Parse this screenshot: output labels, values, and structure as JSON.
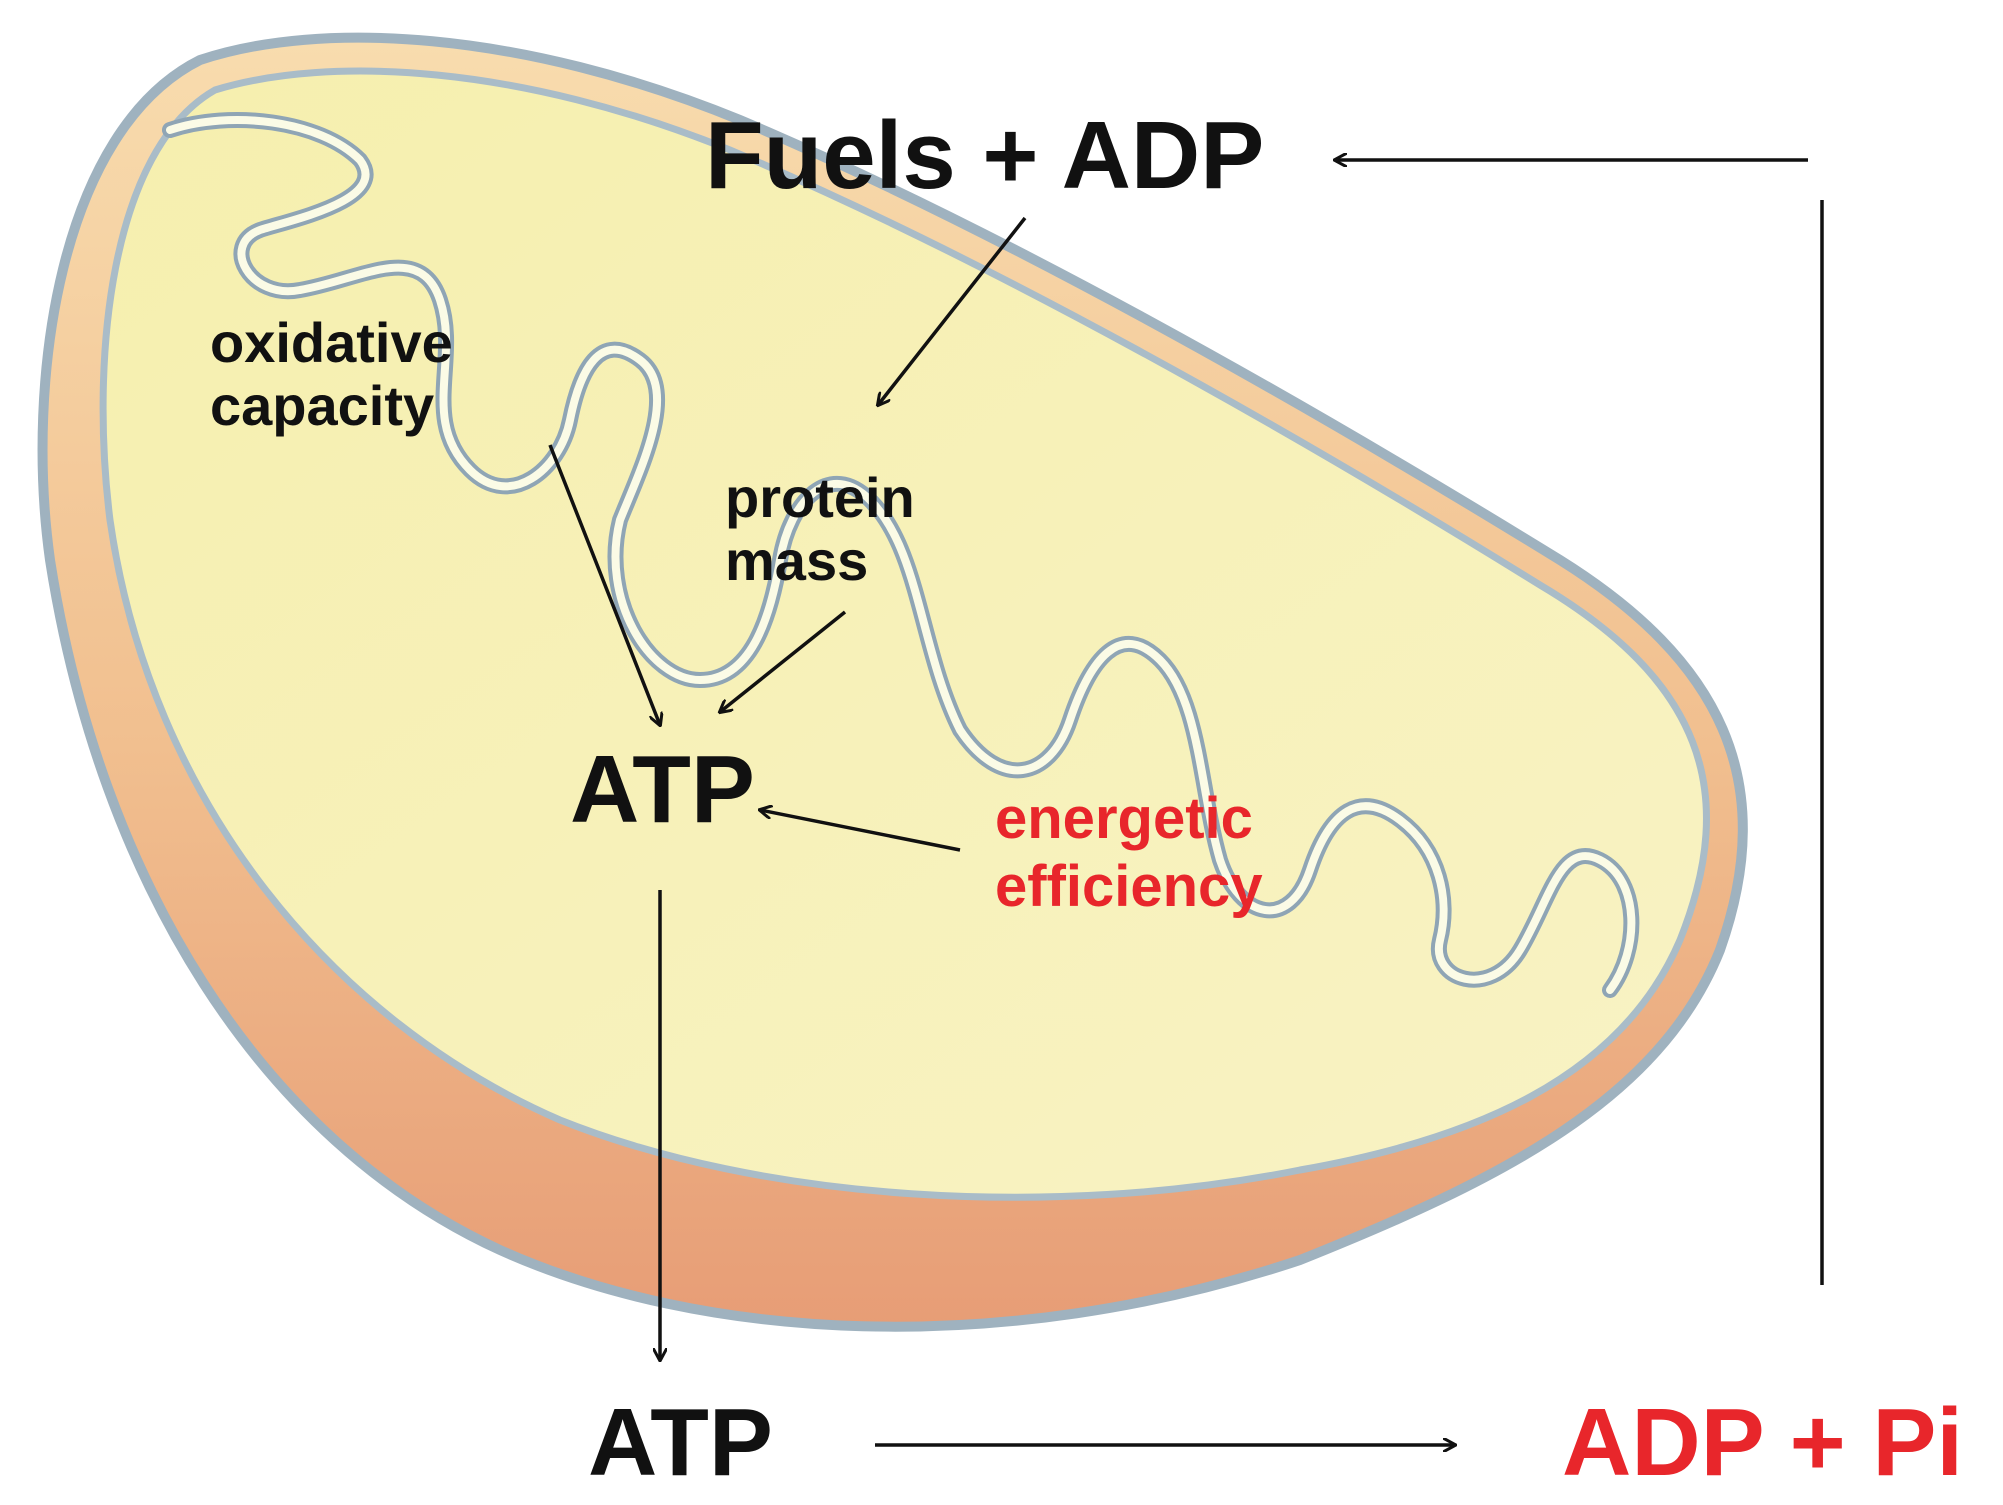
{
  "labels": {
    "fuels_adp": "Fuels + ADP",
    "oxidative_line1": "oxidative",
    "oxidative_line2": "capacity",
    "protein_line1": "protein",
    "protein_line2": "mass",
    "atp_inner": "ATP",
    "energetic_line1": "energetic",
    "energetic_line2": "efficiency",
    "atp_outer": "ATP",
    "adp_pi": "ADP + Pi"
  },
  "colors": {
    "text_black": "#111111",
    "text_red": "#e8262b",
    "outer_membrane_fill": "#eda97f",
    "matrix_fill": "#f7f2b8",
    "cristae_stroke": "#8fa5b5",
    "cristae_fill": "#fbfbe6"
  }
}
